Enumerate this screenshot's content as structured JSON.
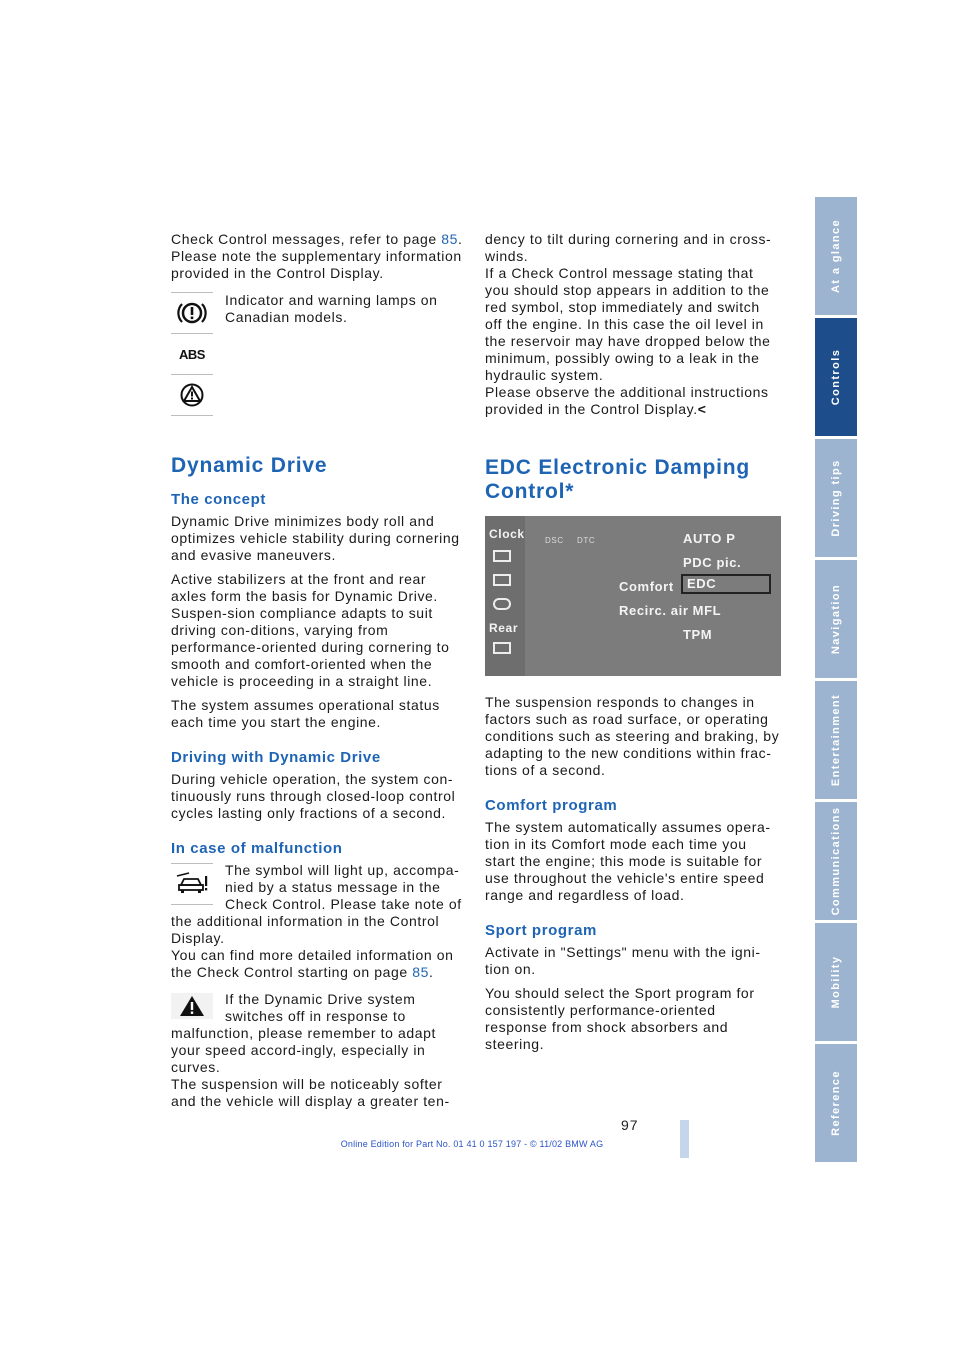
{
  "left": {
    "intro_a": "Check Control messages, refer to page ",
    "intro_link": "85",
    "intro_b": ". Please note the supplementary information provided in the Control Display.",
    "lamps_text": "Indicator and warning lamps on Canadian models.",
    "abs_label": "ABS",
    "h_dynamic": "Dynamic Drive",
    "h_concept": "The concept",
    "p_concept1": "Dynamic Drive minimizes body roll and optimizes vehicle stability during cornering and evasive maneuvers.",
    "p_concept2": "Active stabilizers at the front and rear axles form the basis for Dynamic Drive. Suspen-sion compliance adapts to suit driving con-ditions, varying from performance-oriented during cornering to smooth and comfort-oriented when the vehicle is proceeding in a straight line.",
    "p_concept3": "The system assumes operational status each time you start the engine.",
    "h_driving": "Driving with Dynamic Drive",
    "p_driving": "During vehicle operation, the system con-tinuously runs through closed-loop control cycles lasting only fractions of a second.",
    "h_malf": "In case of malfunction",
    "p_malf_a": "The symbol will light up, accompa-nied by a status message in the Check Control. Please take note of the additional information in the Control Display.",
    "p_malf_b": "You can find more detailed information on the Check Control starting on page ",
    "p_malf_link": "85",
    "p_malf_c": ".",
    "p_warn_a": "If the Dynamic Drive system switches off in response to malfunction, please remember to adapt your speed accord-ingly, especially in curves.",
    "p_warn_b": "The suspension will be noticeably softer and the vehicle will display a greater ten-"
  },
  "right": {
    "cont_a": "dency to tilt during cornering and in cross-winds.",
    "cont_b": "If a Check Control message stating that you should stop appears in addition to the red symbol, stop immediately and switch off the engine. In this case the oil level in the reservoir may have dropped below the minimum, possibly owing to a leak in the hydraulic system.",
    "cont_c": "Please observe the additional instructions provided in the Control Display.",
    "end_mark": "<",
    "h_edc": "EDC Electronic Damping Control*",
    "screen": {
      "clock": "Clock",
      "dsc": "DSC",
      "dtc": "DTC",
      "auto": "AUTO  P",
      "pdc": "PDC pic.",
      "comfort": "Comfort",
      "edc": "EDC",
      "recirc": "Recirc. air MFL",
      "rear": "Rear",
      "tpm": "TPM"
    },
    "p_susp": "The suspension responds to changes in factors such as road surface, or operating conditions such as steering and braking, by adapting to the new conditions within frac-tions of a second.",
    "h_comfort": "Comfort program",
    "p_comfort": "The system automatically assumes opera-tion in its Comfort mode each time you start the engine; this mode is suitable for use throughout the vehicle's entire speed range and regardless of load.",
    "h_sport": "Sport program",
    "p_sport1": "Activate in \"Settings\" menu with the igni-tion on.",
    "p_sport2": "You should select the Sport program for consistently performance-oriented response from shock absorbers and steering."
  },
  "tabs": [
    "At a glance",
    "Controls",
    "Driving tips",
    "Navigation",
    "Entertainment",
    "Communications",
    "Mobility",
    "Reference"
  ],
  "active_tab": "Controls",
  "page_number": "97",
  "footer": "Online Edition for Part No. 01 41 0 157 197 - © 11/02 BMW AG",
  "colors": {
    "heading": "#1e64b4",
    "tab_active": "#1e4d8b",
    "tab": "#9db4d0",
    "footer": "#2a54c8"
  }
}
